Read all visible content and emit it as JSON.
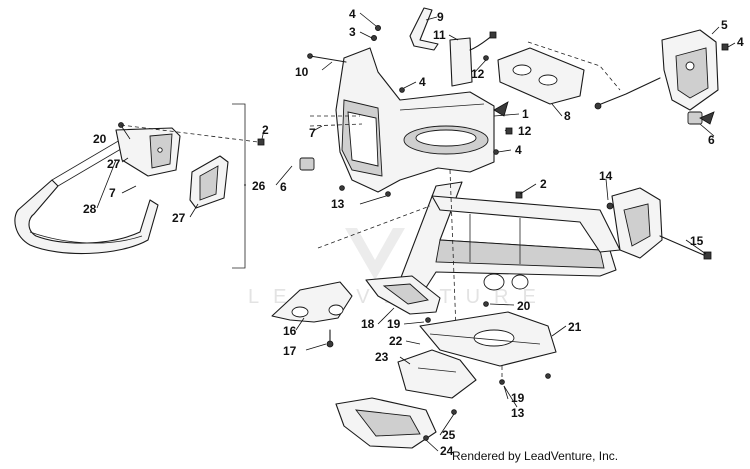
{
  "diagram": {
    "watermark": "LEADVENTURE",
    "credit": "Rendered by LeadVenture, Inc.",
    "callouts": {
      "c1": "1",
      "c2a": "2",
      "c2b": "2",
      "c3": "3",
      "c4a": "4",
      "c4b": "4",
      "c4c": "4",
      "c4d": "4",
      "c5": "5",
      "c6a": "6",
      "c6b": "6",
      "c7a": "7",
      "c7b": "7",
      "c8": "8",
      "c9": "9",
      "c10": "10",
      "c11": "11",
      "c12a": "12",
      "c12b": "12",
      "c13a": "13",
      "c13b": "13",
      "c14": "14",
      "c15": "15",
      "c16": "16",
      "c17": "17",
      "c18": "18",
      "c19a": "19",
      "c19b": "19",
      "c20a": "20",
      "c20b": "20",
      "c21": "21",
      "c22": "22",
      "c23": "23",
      "c24": "24",
      "c25": "25",
      "c26": "26",
      "c27a": "27",
      "c27b": "27",
      "c28": "28"
    }
  }
}
